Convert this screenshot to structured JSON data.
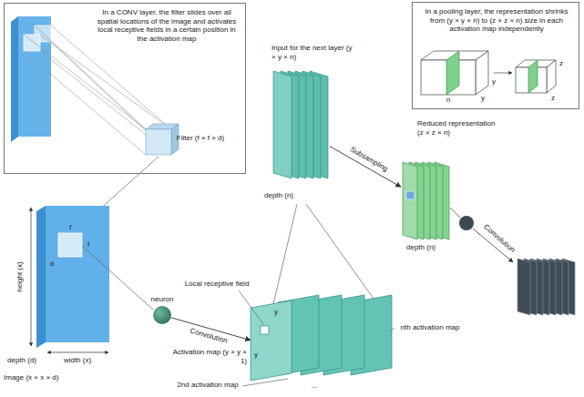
{
  "diagram": {
    "nodes": [
      {
        "text": [
          "In a CONV layer, the filter slides over all spatial locations of the image and activates local receptive fields in a certain position in the activation map"
        ]
      },
      {
        "text": [
          "In a pooling layer, the representation shrinks from (y × y × n) to (z × z × n) size in each activation map independently"
        ]
      },
      {
        "text": [
          "Image (x × x × d)"
        ]
      },
      {
        "text": [
          "neuron"
        ]
      },
      {
        "text": [
          "Activation map (y × y × 1)"
        ]
      },
      {
        "text": [
          "Input for the next layer (y × y × n)"
        ]
      },
      {
        "text": [
          "Reduced representation (z × z × n)"
        ]
      }
    ],
    "edges": [
      {
        "from": 3,
        "to": 4,
        "label": "Convolution",
        "arrow": "to"
      },
      {
        "from": 5,
        "to": 6,
        "label": "Subsampling",
        "arrow": "to"
      }
    ],
    "labels": [
      "Filter (f × f × d)",
      "f",
      "f",
      "d",
      "height (x)",
      "width (x)",
      "depth (d)",
      "Local receptive field",
      "y",
      "y",
      "2nd activation map",
      "nth activation map",
      "...",
      "depth (n)",
      "depth (n)",
      "Convolution",
      "y",
      "y",
      "n",
      "z",
      "z"
    ]
  }
}
